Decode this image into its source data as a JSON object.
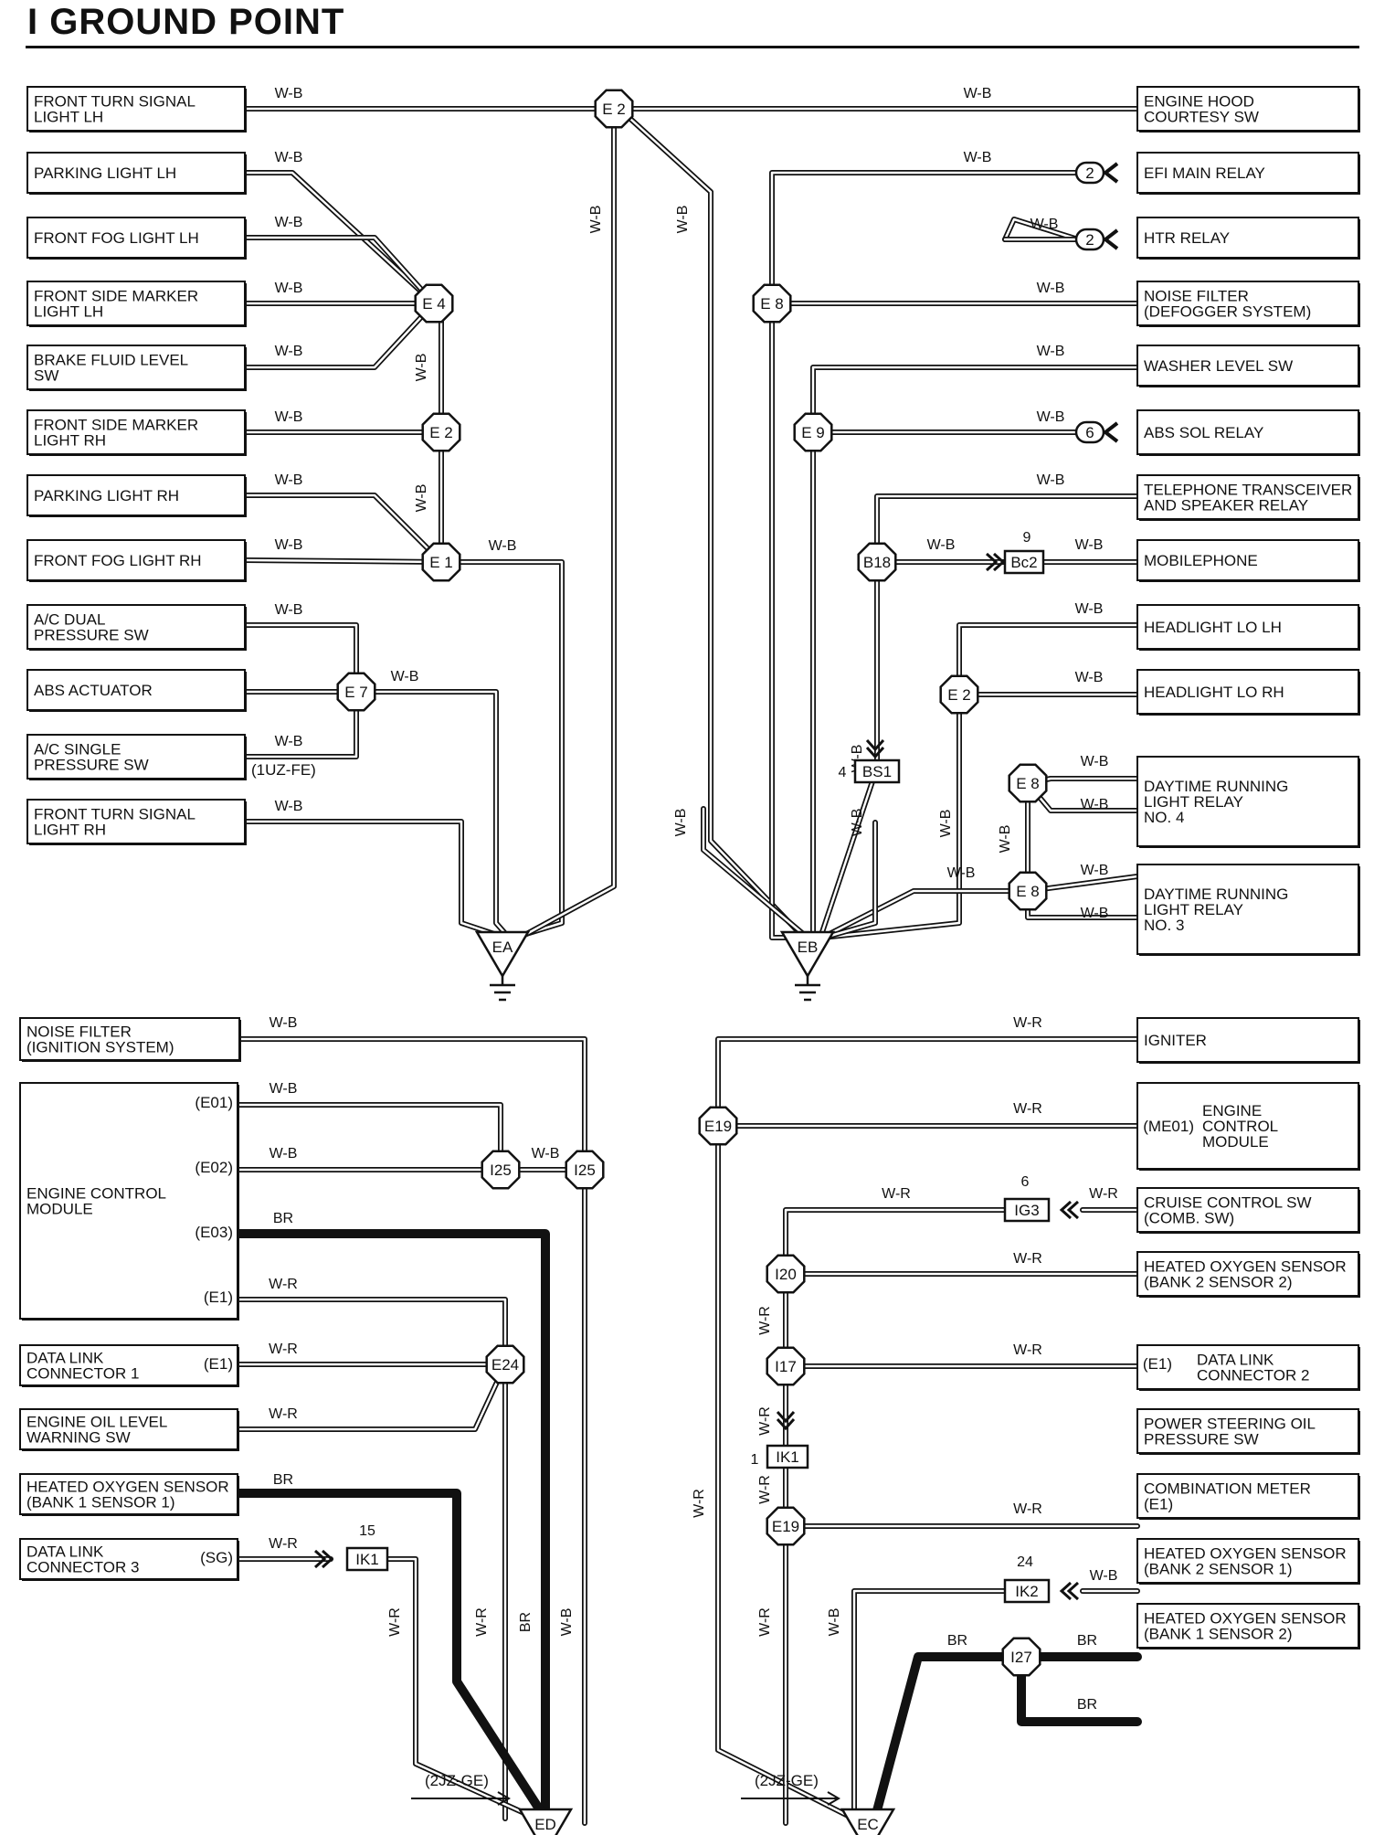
{
  "title": "I  GROUND POINT",
  "colors": {
    "ink": "#111111",
    "background": "#ffffff"
  },
  "boxes": [
    {
      "id": "b_ftsl_lh",
      "lines": [
        "FRONT TURN SIGNAL",
        "LIGHT LH"
      ]
    },
    {
      "id": "b_park_lh",
      "lines": [
        "PARKING LIGHT LH"
      ]
    },
    {
      "id": "b_fog_lh",
      "lines": [
        "FRONT FOG LIGHT LH"
      ]
    },
    {
      "id": "b_fsm_lh",
      "lines": [
        "FRONT SIDE MARKER",
        "LIGHT LH"
      ]
    },
    {
      "id": "b_brake",
      "lines": [
        "BRAKE FLUID LEVEL",
        "SW"
      ]
    },
    {
      "id": "b_fsm_rh",
      "lines": [
        "FRONT SIDE MARKER",
        "LIGHT RH"
      ]
    },
    {
      "id": "b_park_rh",
      "lines": [
        "PARKING LIGHT RH"
      ]
    },
    {
      "id": "b_fog_rh",
      "lines": [
        "FRONT FOG LIGHT RH"
      ]
    },
    {
      "id": "b_ac_dual",
      "lines": [
        "A/C DUAL",
        "PRESSURE SW"
      ]
    },
    {
      "id": "b_abs_act",
      "lines": [
        "ABS ACTUATOR"
      ]
    },
    {
      "id": "b_ac_single",
      "lines": [
        "A/C SINGLE",
        "PRESSURE SW"
      ]
    },
    {
      "id": "b_ftsl_rh",
      "lines": [
        "FRONT TURN SIGNAL",
        "LIGHT RH"
      ]
    },
    {
      "id": "b_hood",
      "lines": [
        "ENGINE HOOD",
        "COURTESY SW"
      ]
    },
    {
      "id": "b_efi",
      "lines": [
        "EFI MAIN RELAY"
      ]
    },
    {
      "id": "b_htr",
      "lines": [
        "HTR RELAY"
      ]
    },
    {
      "id": "b_noise_def",
      "lines": [
        "NOISE FILTER",
        "(DEFOGGER SYSTEM)"
      ]
    },
    {
      "id": "b_washer",
      "lines": [
        "WASHER LEVEL SW"
      ]
    },
    {
      "id": "b_abs_sol",
      "lines": [
        "ABS SOL RELAY"
      ]
    },
    {
      "id": "b_tel",
      "lines": [
        "TELEPHONE TRANSCEIVER",
        "AND SPEAKER RELAY"
      ]
    },
    {
      "id": "b_mobile",
      "lines": [
        "MOBILEPHONE"
      ]
    },
    {
      "id": "b_hl_lh",
      "lines": [
        "HEADLIGHT LO LH"
      ]
    },
    {
      "id": "b_hl_rh",
      "lines": [
        "HEADLIGHT LO RH"
      ]
    },
    {
      "id": "b_drl4",
      "lines": [
        "DAYTIME RUNNING",
        "LIGHT RELAY",
        "NO. 4"
      ]
    },
    {
      "id": "b_drl3",
      "lines": [
        "DAYTIME RUNNING",
        "LIGHT RELAY",
        "NO. 3"
      ]
    },
    {
      "id": "b_noise_ign",
      "lines": [
        "NOISE FILTER",
        "(IGNITION SYSTEM)"
      ]
    },
    {
      "id": "b_ecm_left",
      "lines": [
        "ENGINE CONTROL",
        "MODULE"
      ]
    },
    {
      "id": "b_dlc1",
      "lines": [
        "DATA LINK",
        "CONNECTOR 1"
      ]
    },
    {
      "id": "b_oil",
      "lines": [
        "ENGINE OIL LEVEL",
        "WARNING SW"
      ]
    },
    {
      "id": "b_ho2_b1s1",
      "lines": [
        "HEATED OXYGEN SENSOR",
        "(BANK 1 SENSOR 1)"
      ]
    },
    {
      "id": "b_dlc3",
      "lines": [
        "DATA LINK",
        "CONNECTOR 3"
      ]
    },
    {
      "id": "b_igniter",
      "lines": [
        "IGNITER"
      ]
    },
    {
      "id": "b_ecm_right",
      "lines": [
        "ENGINE",
        "CONTROL",
        "MODULE"
      ]
    },
    {
      "id": "b_cruise",
      "lines": [
        "CRUISE CONTROL SW",
        "(COMB. SW)"
      ]
    },
    {
      "id": "b_ho2_b2s2",
      "lines": [
        "HEATED OXYGEN SENSOR",
        "(BANK 2 SENSOR 2)"
      ]
    },
    {
      "id": "b_dlc2",
      "lines": [
        "DATA LINK",
        "CONNECTOR 2"
      ]
    },
    {
      "id": "b_ps",
      "lines": [
        "POWER STEERING OIL",
        "PRESSURE SW"
      ]
    },
    {
      "id": "b_meter",
      "lines": [
        "COMBINATION METER",
        "(E1)"
      ]
    },
    {
      "id": "b_ho2_b2s1",
      "lines": [
        "HEATED OXYGEN SENSOR",
        "(BANK 2 SENSOR 1)"
      ]
    },
    {
      "id": "b_ho2_b1s2",
      "lines": [
        "HEATED OXYGEN SENSOR",
        "(BANK 1 SENSOR 2)"
      ]
    }
  ],
  "pins": [
    "(E01)",
    "(E02)",
    "(E03)",
    "(E1)",
    "(E1)",
    "(SG)",
    "(ME01)",
    "(E1)"
  ],
  "nodes": [
    "E 2",
    "E 4",
    "E 2",
    "E 1",
    "E 7",
    "E 8",
    "E 9",
    "B18",
    "E 2",
    "E 8",
    "E 8",
    "I25",
    "I25",
    "E24",
    "E19",
    "I20",
    "I17",
    "E19",
    "I27"
  ],
  "connectors": [
    "Bc2",
    "BS1",
    "IK1",
    "IG3",
    "IK1",
    "IK2"
  ],
  "connector_numbers": [
    "9",
    "4",
    "15",
    "6",
    "1",
    "24"
  ],
  "small_connectors": [
    "2",
    "2",
    "6"
  ],
  "grounds": [
    "EA",
    "EB",
    "ED",
    "EC"
  ],
  "notes": [
    "(1UZ-FE)",
    "(2JZ-GE)",
    "(2JZ-GE)"
  ],
  "wire_colors": [
    "W-B",
    "W-R",
    "BR"
  ]
}
